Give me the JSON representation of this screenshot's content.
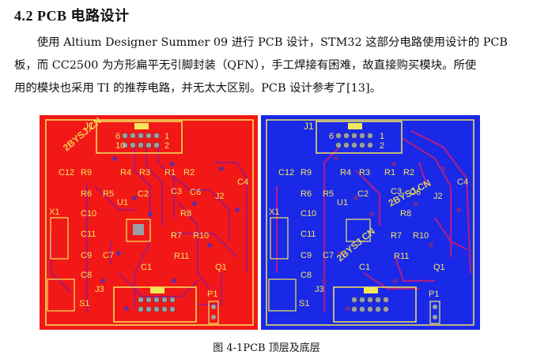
{
  "heading": "4.2 PCB 电路设计",
  "paragraph": {
    "line1": "　　使用 Altium Designer Summer 09 进行 PCB 设计，STM32 这部分电路使用设计的 PCB",
    "line2": "板，而 CC2500 为方形扁平无引脚封装（QFN），手工焊接有困难，故直接购买模块。所使",
    "line3": "用的模块也采用 TI 的推荐电路，并无太大区别。PCB 设计参考了[13]。"
  },
  "figure": {
    "caption": "图 4-1PCB 顶层及底层",
    "watermark": "2BYSJ.CN",
    "colors": {
      "top_layer": "#f21818",
      "bottom_layer": "#1a28e8",
      "silkscreen": "#f2e85a",
      "trace_top": "#b0186a",
      "trace_bottom": "#a81f8a",
      "pad": "#9aa0a8"
    },
    "labels": {
      "j1": "J1",
      "c12": "C12",
      "r9": "R9",
      "r4": "R4",
      "r3": "R3",
      "r1": "R1",
      "r2": "R2",
      "r6": "R6",
      "r5": "R5",
      "c2": "C2",
      "c3": "C3",
      "c6": "C6",
      "c4": "C4",
      "j2": "J2",
      "u1": "U1",
      "x1": "X1",
      "c10": "C10",
      "r8": "R8",
      "c11": "C11",
      "r7": "R7",
      "r10": "R10",
      "c9": "C9",
      "c7": "C7",
      "r11": "R11",
      "c8": "C8",
      "c1": "C1",
      "q1": "Q1",
      "j3": "J3",
      "s1": "S1",
      "p1": "P1",
      "pin6": "6",
      "pin2": "2",
      "pin1": "1",
      "pin10": "10"
    }
  }
}
